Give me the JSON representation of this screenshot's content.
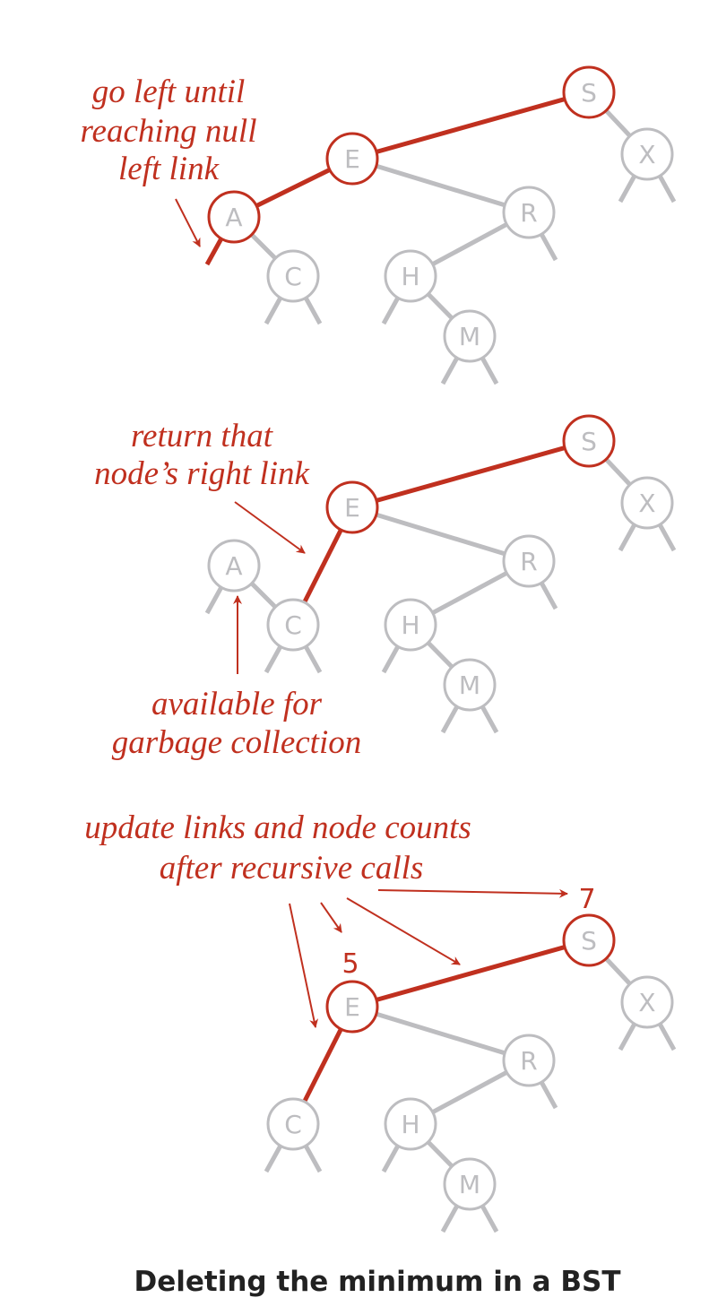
{
  "colors": {
    "highlight": "#c0301f",
    "normal": "#bdbdc0",
    "caption": "#222222"
  },
  "caption": "Deleting the minimum in a BST",
  "panels": [
    {
      "annotation": [
        "go left until",
        "reaching null",
        "left link"
      ],
      "nodes": [
        {
          "key": "S",
          "red": true
        },
        {
          "key": "E",
          "red": true
        },
        {
          "key": "A",
          "red": true
        },
        {
          "key": "C",
          "red": false
        },
        {
          "key": "R",
          "red": false
        },
        {
          "key": "H",
          "red": false
        },
        {
          "key": "M",
          "red": false
        },
        {
          "key": "X",
          "red": false
        }
      ],
      "edges": [
        [
          "S",
          "E",
          true
        ],
        [
          "E",
          "A",
          true
        ],
        [
          "A",
          "C",
          false
        ],
        [
          "E",
          "R",
          false
        ],
        [
          "R",
          "H",
          false
        ],
        [
          "H",
          "M",
          false
        ],
        [
          "S",
          "X",
          false
        ]
      ],
      "null_links": [
        [
          "A",
          "L",
          true
        ],
        [
          "C",
          "L",
          false
        ],
        [
          "C",
          "R",
          false
        ],
        [
          "H",
          "L",
          false
        ],
        [
          "M",
          "L",
          false
        ],
        [
          "M",
          "R",
          false
        ],
        [
          "R",
          "R",
          false
        ],
        [
          "X",
          "L",
          false
        ],
        [
          "X",
          "R",
          false
        ]
      ]
    },
    {
      "annotation": [
        "return that",
        "node’s right link"
      ],
      "annotation2": [
        "available for",
        "garbage collection"
      ],
      "nodes": [
        {
          "key": "S",
          "red": true
        },
        {
          "key": "E",
          "red": true
        },
        {
          "key": "A",
          "red": false
        },
        {
          "key": "C",
          "red": false
        },
        {
          "key": "R",
          "red": false
        },
        {
          "key": "H",
          "red": false
        },
        {
          "key": "M",
          "red": false
        },
        {
          "key": "X",
          "red": false
        }
      ],
      "edges": [
        [
          "S",
          "E",
          true
        ],
        [
          "E",
          "C",
          true
        ],
        [
          "A",
          "C",
          false
        ],
        [
          "E",
          "R",
          false
        ],
        [
          "R",
          "H",
          false
        ],
        [
          "H",
          "M",
          false
        ],
        [
          "S",
          "X",
          false
        ]
      ],
      "null_links": [
        [
          "A",
          "L",
          false
        ],
        [
          "C",
          "L",
          false
        ],
        [
          "C",
          "R",
          false
        ],
        [
          "H",
          "L",
          false
        ],
        [
          "M",
          "L",
          false
        ],
        [
          "M",
          "R",
          false
        ],
        [
          "R",
          "R",
          false
        ],
        [
          "X",
          "L",
          false
        ],
        [
          "X",
          "R",
          false
        ]
      ]
    },
    {
      "annotation": [
        "update links and node counts",
        "after recursive calls"
      ],
      "counts": {
        "E": "5",
        "S": "7"
      },
      "nodes": [
        {
          "key": "S",
          "red": true
        },
        {
          "key": "E",
          "red": true
        },
        {
          "key": "C",
          "red": false
        },
        {
          "key": "R",
          "red": false
        },
        {
          "key": "H",
          "red": false
        },
        {
          "key": "M",
          "red": false
        },
        {
          "key": "X",
          "red": false
        }
      ],
      "edges": [
        [
          "S",
          "E",
          true
        ],
        [
          "E",
          "C",
          true
        ],
        [
          "E",
          "R",
          false
        ],
        [
          "R",
          "H",
          false
        ],
        [
          "H",
          "M",
          false
        ],
        [
          "S",
          "X",
          false
        ]
      ],
      "null_links": [
        [
          "C",
          "L",
          false
        ],
        [
          "C",
          "R",
          false
        ],
        [
          "H",
          "L",
          false
        ],
        [
          "M",
          "L",
          false
        ],
        [
          "M",
          "R",
          false
        ],
        [
          "R",
          "R",
          false
        ],
        [
          "X",
          "L",
          false
        ],
        [
          "X",
          "R",
          false
        ]
      ]
    }
  ]
}
